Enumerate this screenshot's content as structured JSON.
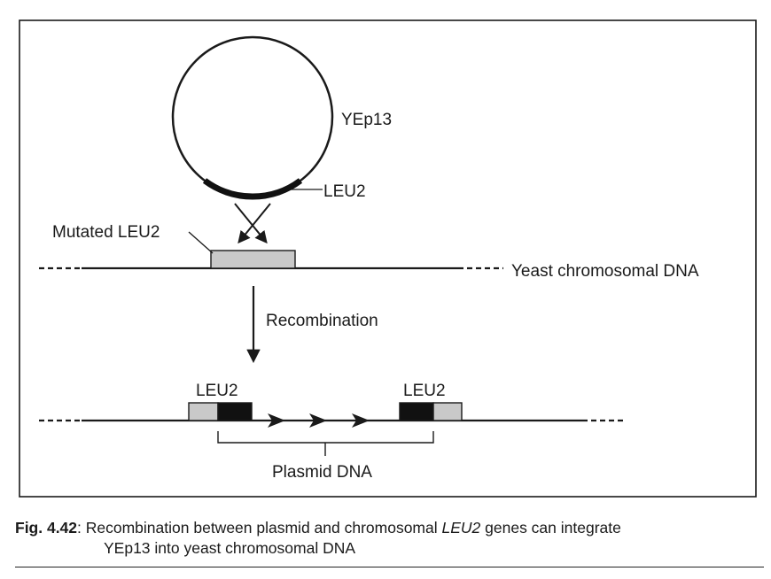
{
  "plasmid": {
    "name": "YEp13",
    "gene_label": "LEU2"
  },
  "chromosome": {
    "label": "Yeast chromosomal DNA",
    "mutated_gene_label": "Mutated LEU2"
  },
  "process": {
    "label": "Recombination"
  },
  "result": {
    "left_gene_label": "LEU2",
    "right_gene_label": "LEU2",
    "bracket_label": "Plasmid DNA"
  },
  "caption": {
    "number": "Fig. 4.42",
    "text_before": ": Recombination between plasmid and chromosomal ",
    "gene_italic": "LEU2",
    "text_after": " genes can integrate",
    "line2": "YEp13 into yeast chromosomal DNA"
  },
  "colors": {
    "ink": "#1a1a1a",
    "mutated_gene_fill": "#c9c9c9",
    "gene_fill": "#111111"
  }
}
